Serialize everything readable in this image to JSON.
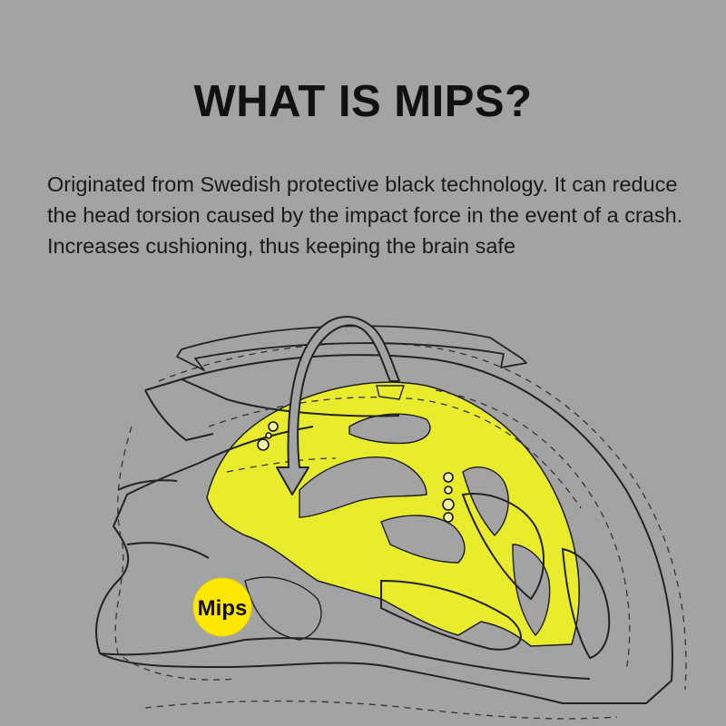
{
  "heading": "WHAT IS MIPS?",
  "description": {
    "lines": [
      "Originated from Swedish protective black technology. It can reduce",
      "the head torsion caused by the impact force in the event of a crash.",
      "Increases cushioning, thus keeping the brain safe"
    ]
  },
  "badge": {
    "label": "Mips"
  },
  "colors": {
    "background": "#a3a3a3",
    "liner": "#e8ec2c",
    "badge": "#ffe800",
    "outline": "#222222",
    "text": "#111111"
  },
  "icons": [
    "rotation-arrow-icon",
    "impact-arrow-icon",
    "helmet-illustration"
  ]
}
